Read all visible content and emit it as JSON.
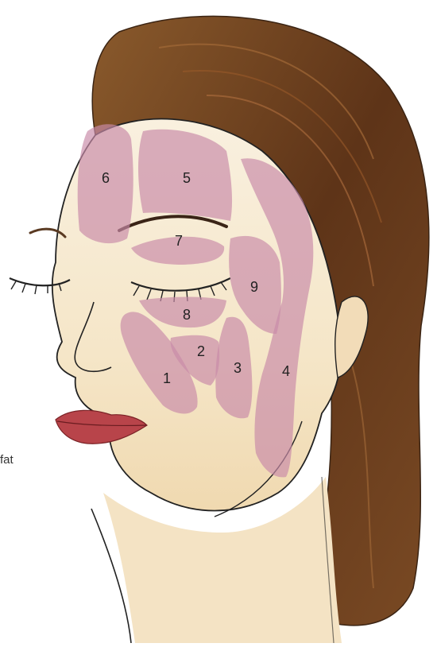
{
  "figure": {
    "edge_text": "fat",
    "compartments": [
      {
        "id": "compartment-1",
        "label": "1"
      },
      {
        "id": "compartment-2",
        "label": "2"
      },
      {
        "id": "compartment-3",
        "label": "3"
      },
      {
        "id": "compartment-4",
        "label": "4"
      },
      {
        "id": "compartment-5",
        "label": "5"
      },
      {
        "id": "compartment-6",
        "label": "6"
      },
      {
        "id": "compartment-7",
        "label": "7"
      },
      {
        "id": "compartment-8",
        "label": "8"
      },
      {
        "id": "compartment-9",
        "label": "9"
      }
    ]
  },
  "colors": {
    "skin": "#f6ead4",
    "compartment": "#c98ba8",
    "hair": "#6b3f1f",
    "lips": "#b8444a",
    "outline": "#222222"
  }
}
